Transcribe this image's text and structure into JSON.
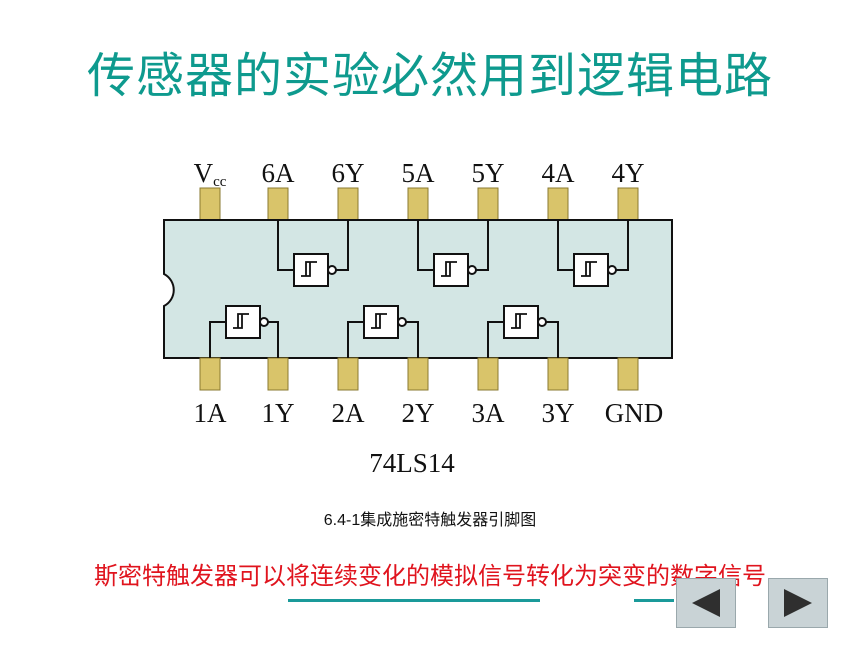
{
  "title": "传感器的实验必然用到逻辑电路",
  "diagram": {
    "top_pins": [
      "V",
      "6A",
      "6Y",
      "5A",
      "5Y",
      "4A",
      "4Y"
    ],
    "vcc_subscript": "cc",
    "bottom_pins": [
      "1A",
      "1Y",
      "2A",
      "2Y",
      "3A",
      "3Y",
      "GND"
    ],
    "chip_name": "74LS14",
    "colors": {
      "body": "#d3e6e4",
      "pin": "#d9c46a",
      "line": "#111111"
    }
  },
  "caption": "6.4-1集成施密特触发器引脚图",
  "statement": "斯密特触发器可以将连续变化的模拟信号转化为突变的数字信号",
  "nav": {
    "prev_icon": "triangle-left-icon",
    "next_icon": "triangle-right-icon"
  }
}
